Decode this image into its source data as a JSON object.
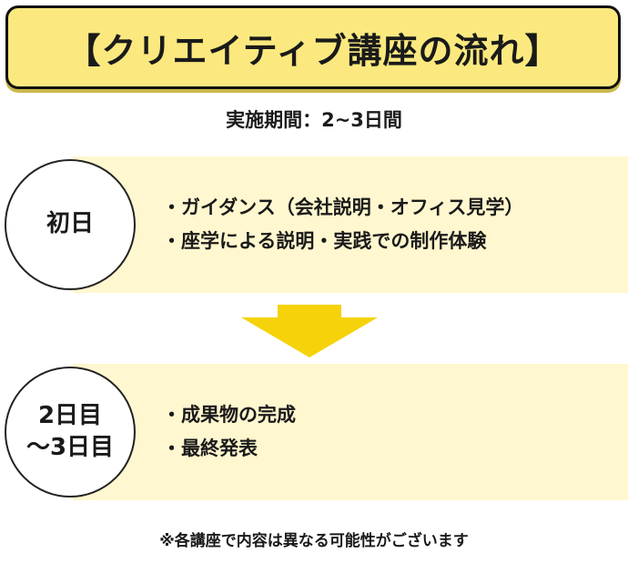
{
  "title": "【クリエイティブ講座の流れ】",
  "period": "実施期間：2~3日間",
  "steps": [
    {
      "day_line1": "初日",
      "day_line2": "",
      "items": [
        "・ガイダンス（会社説明・オフィス見学）",
        "・座学による説明・実践での制作体験"
      ]
    },
    {
      "day_line1": "2日目",
      "day_line2": "～3日目",
      "items": [
        "・成果物の完成",
        "・最終発表"
      ]
    }
  ],
  "note": "※各講座で内容は異なる可能性がございます",
  "colors": {
    "title_bg": "#fbe97f",
    "band_bg": "#fff7cf",
    "arrow": "#f6d20a"
  },
  "icons": {
    "flow_arrow": "arrow-down-icon"
  }
}
